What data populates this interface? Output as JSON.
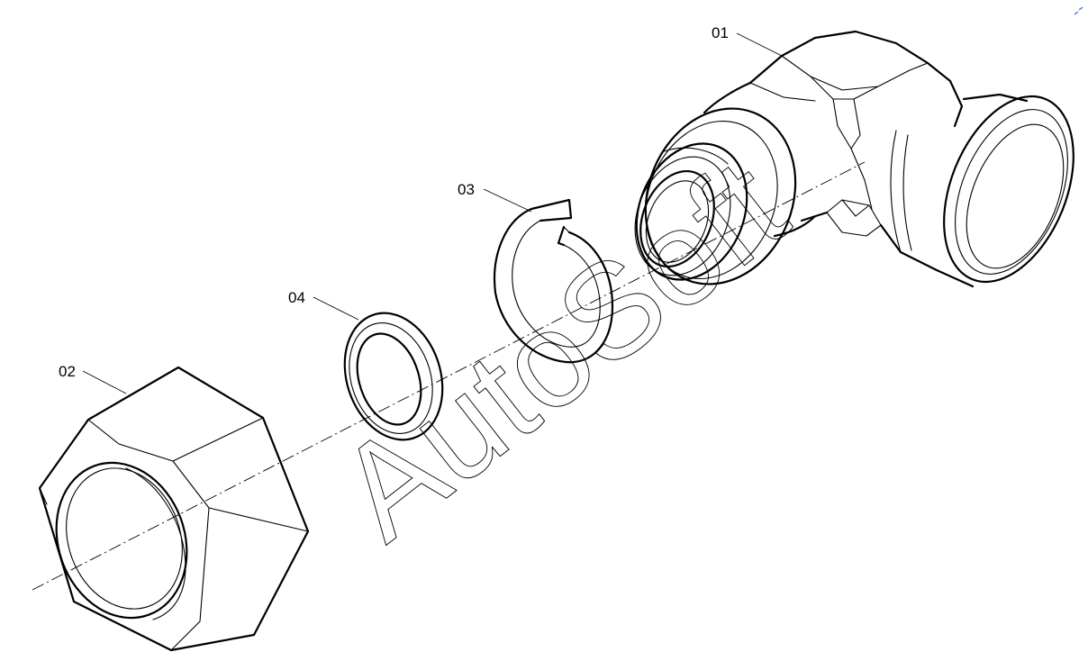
{
  "parts": [
    {
      "id": "part-01",
      "label": "01"
    },
    {
      "id": "part-02",
      "label": "02"
    },
    {
      "id": "part-03",
      "label": "03"
    },
    {
      "id": "part-04",
      "label": "04"
    }
  ],
  "watermark": {
    "text": "AutoSoft"
  }
}
